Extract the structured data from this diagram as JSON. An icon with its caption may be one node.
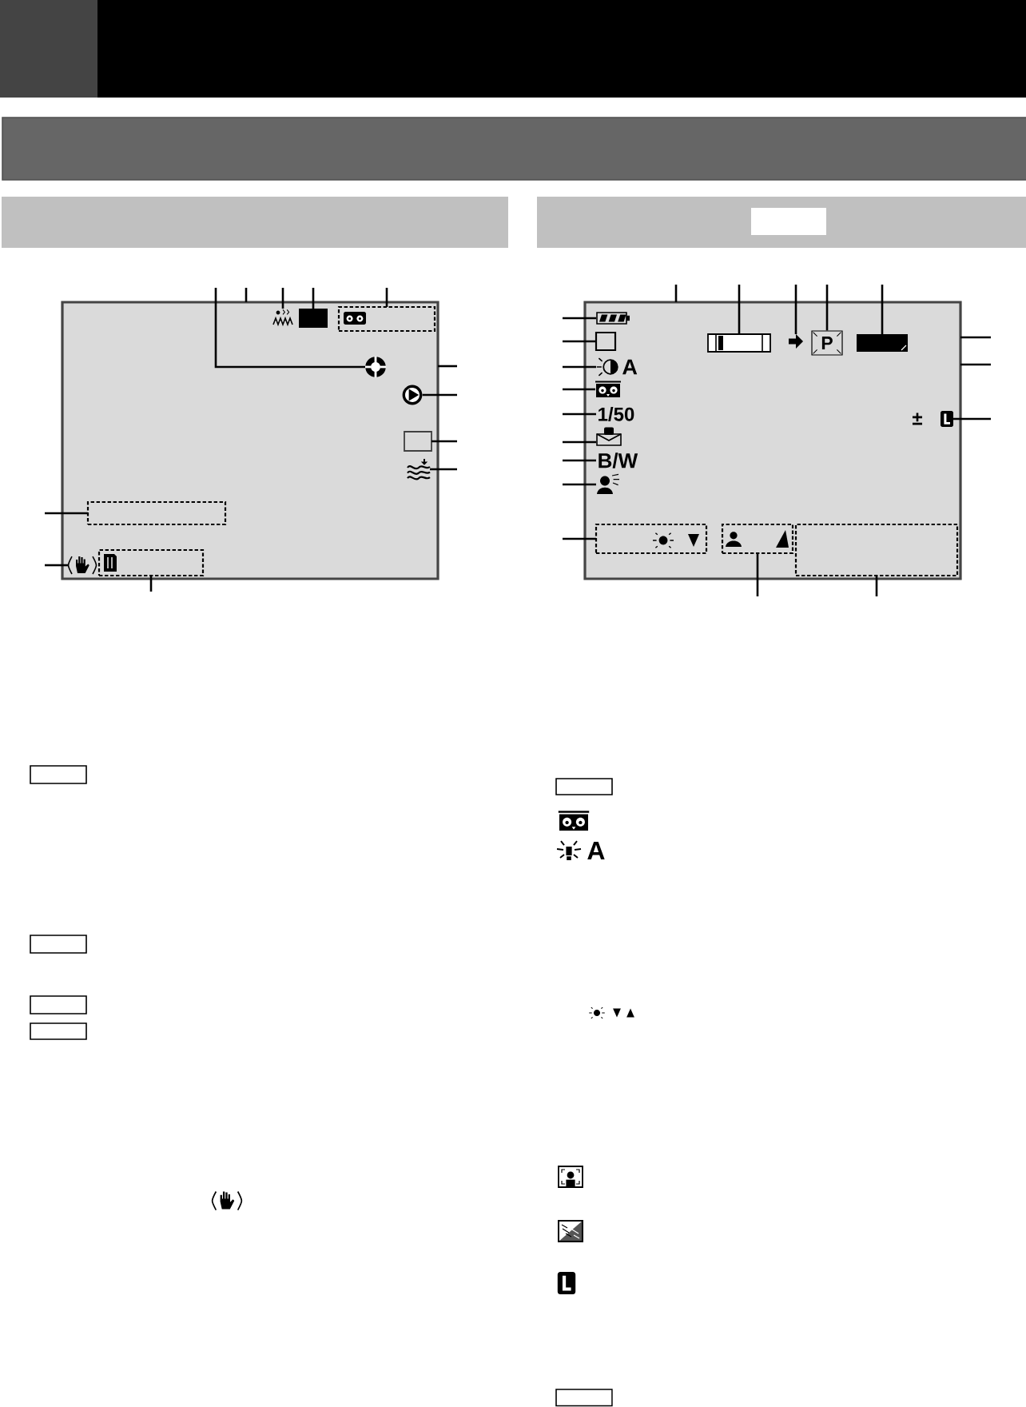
{
  "diagram": {
    "nodes": [
      {
        "text": [],
        "shape": "box"
      },
      {
        "text": [],
        "shape": "bar"
      },
      {
        "text": [],
        "shape": "bar"
      },
      {
        "text": [],
        "shape": "bar"
      },
      {
        "text": [],
        "shape": "bar"
      },
      {
        "text": [],
        "shape": "box",
        "in": 4
      },
      {
        "text": [],
        "shape": "box"
      },
      {
        "text": [],
        "shape": "picture",
        "in": 6
      },
      {
        "text": [],
        "shape": "picture",
        "in": 6
      },
      {
        "text": [],
        "shape": "box",
        "in": 6
      },
      {
        "text": [],
        "shape": "box",
        "in": 6
      },
      {
        "text": [],
        "shape": "picture",
        "in": 6
      },
      {
        "text": [],
        "shape": "box",
        "in": 6
      },
      {
        "text": [],
        "shape": "picture",
        "in": 6
      },
      {
        "text": [],
        "shape": "box",
        "in": 6
      },
      {
        "text": [],
        "shape": "picture",
        "in": 6
      },
      {
        "text": [],
        "shape": "box",
        "in": 6
      },
      {
        "text": [],
        "shape": "box"
      },
      {
        "text": [],
        "shape": "picture",
        "in": 17
      },
      {
        "text": [],
        "shape": "box",
        "in": 17
      },
      {
        "text": [],
        "shape": "picture",
        "in": 17
      },
      {
        "text": [],
        "shape": "picture",
        "in": 17
      },
      {
        "text": [
          "1/50"
        ],
        "in": 17
      },
      {
        "text": [],
        "shape": "picture",
        "in": 17
      },
      {
        "text": [
          "B/W"
        ],
        "in": 17
      },
      {
        "text": [],
        "shape": "picture",
        "in": 17
      },
      {
        "text": [],
        "shape": "box",
        "in": 17
      },
      {
        "text": [],
        "shape": "bar",
        "in": 17
      },
      {
        "text": [],
        "shape": "picture",
        "in": 17
      },
      {
        "text": [
          "P"
        ],
        "in": 17
      },
      {
        "text": [],
        "shape": "bar",
        "in": 17
      },
      {
        "text": [],
        "shape": "picture",
        "in": 17
      },
      {
        "text": [],
        "shape": "box",
        "in": 17
      },
      {
        "text": [],
        "shape": "box",
        "in": 17
      }
    ],
    "edges": [
      {
        "from": null,
        "to": 7,
        "arrow": "none"
      },
      {
        "from": null,
        "to": 6,
        "arrow": "none"
      },
      {
        "from": null,
        "to": 8,
        "arrow": "none"
      },
      {
        "from": null,
        "to": 9,
        "arrow": "none"
      },
      {
        "from": null,
        "to": 10,
        "arrow": "none"
      },
      {
        "from": null,
        "to": 6,
        "arrow": "none"
      },
      {
        "from": null,
        "to": 11,
        "arrow": "none"
      },
      {
        "from": null,
        "to": 12,
        "arrow": "none"
      },
      {
        "from": null,
        "to": 13,
        "arrow": "none"
      },
      {
        "from": null,
        "to": 14,
        "arrow": "none"
      },
      {
        "from": null,
        "to": 15,
        "arrow": "none"
      },
      {
        "from": null,
        "to": 16,
        "arrow": "none"
      },
      {
        "from": null,
        "to": 17,
        "arrow": "none"
      },
      {
        "from": null,
        "to": 27,
        "arrow": "none"
      },
      {
        "from": null,
        "to": 28,
        "arrow": "none"
      },
      {
        "from": null,
        "to": 29,
        "arrow": "none"
      },
      {
        "from": null,
        "to": 30,
        "arrow": "none"
      },
      {
        "from": null,
        "to": 18,
        "arrow": "none"
      },
      {
        "from": null,
        "to": 19,
        "arrow": "none"
      },
      {
        "from": null,
        "to": 20,
        "arrow": "none"
      },
      {
        "from": null,
        "to": 21,
        "arrow": "none"
      },
      {
        "from": null,
        "to": 22,
        "arrow": "none"
      },
      {
        "from": null,
        "to": 23,
        "arrow": "none"
      },
      {
        "from": null,
        "to": 24,
        "arrow": "none"
      },
      {
        "from": null,
        "to": 25,
        "arrow": "none"
      },
      {
        "from": null,
        "to": 26,
        "arrow": "none"
      },
      {
        "from": null,
        "to": 17,
        "arrow": "none"
      },
      {
        "from": null,
        "to": 17,
        "arrow": "none"
      },
      {
        "from": null,
        "to": 31,
        "arrow": "none"
      },
      {
        "from": null,
        "to": 32,
        "arrow": "none"
      },
      {
        "from": null,
        "to": 33,
        "arrow": "none"
      }
    ],
    "labels": [
      "A",
      "±",
      "A"
    ]
  }
}
